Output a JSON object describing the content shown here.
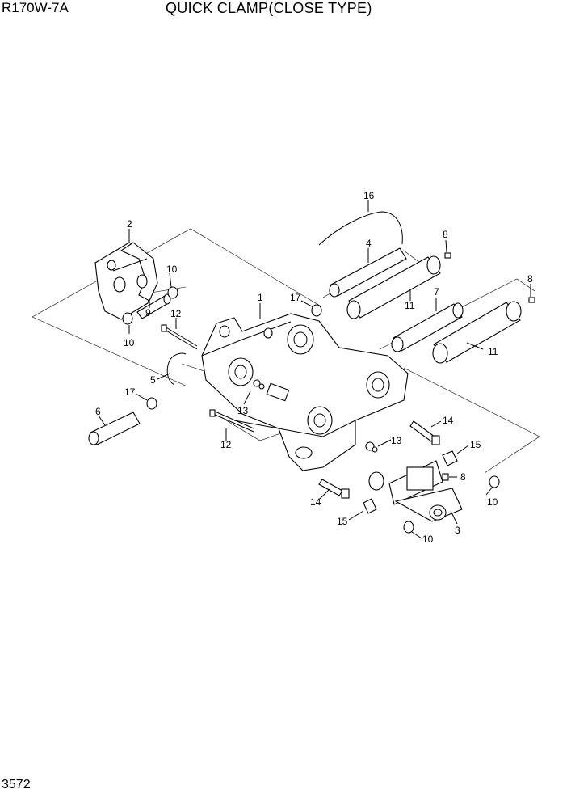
{
  "header": {
    "model": "R170W-7A",
    "title": "QUICK CLAMP(CLOSE TYPE)"
  },
  "footer": {
    "page_number": "3572"
  },
  "callouts": {
    "c1": "1",
    "c2": "2",
    "c3": "3",
    "c4": "4",
    "c5": "5",
    "c6": "6",
    "c7": "7",
    "c8a": "8",
    "c8b": "8",
    "c8c": "8",
    "c9": "9",
    "c10a": "10",
    "c10b": "10",
    "c10c": "10",
    "c10d": "10",
    "c11a": "11",
    "c11b": "11",
    "c12a": "12",
    "c12b": "12",
    "c13a": "13",
    "c13b": "13",
    "c14a": "14",
    "c14b": "14",
    "c15a": "15",
    "c15b": "15",
    "c16": "16",
    "c17a": "17",
    "c17b": "17"
  }
}
